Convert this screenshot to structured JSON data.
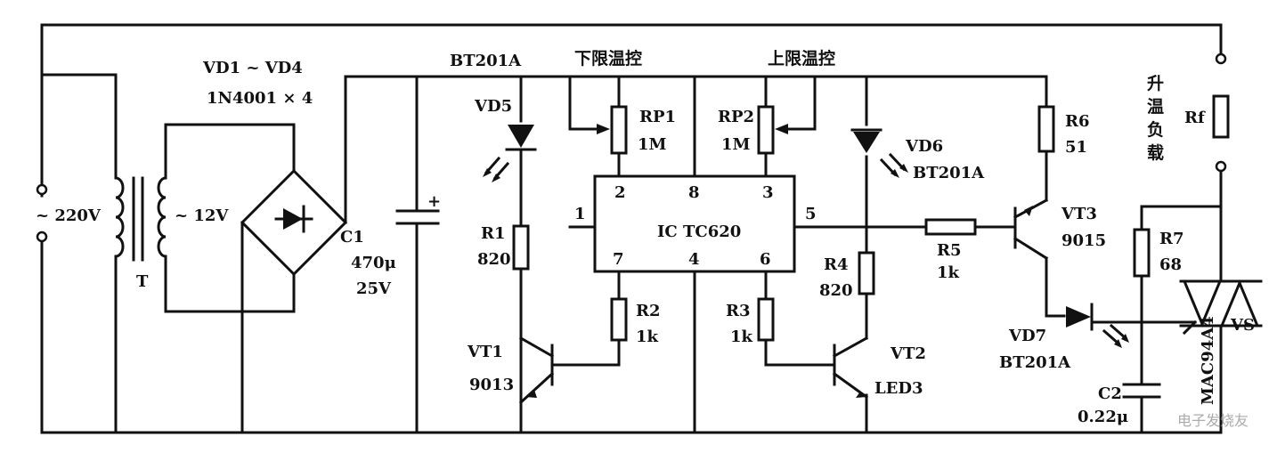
{
  "labels": {
    "ac_in": "~ 220V",
    "transformer": "T",
    "secondary": "~ 12V",
    "bridge_ref": "VD1 ~ VD4",
    "bridge_part": "1N4001 × 4",
    "c1_ref": "C1",
    "c1_val": "470μ",
    "c1_volt": "25V",
    "c1_plus": "+",
    "led_top": "BT201A",
    "vd5": "VD5",
    "r1_ref": "R1",
    "r1_val": "820",
    "lower_ctrl": "下限温控",
    "upper_ctrl": "上限温控",
    "rp1_ref": "RP1",
    "rp1_val": "1M",
    "rp2_ref": "RP2",
    "rp2_val": "1M",
    "ic": "IC TC620",
    "pin1": "1",
    "pin2": "2",
    "pin3": "3",
    "pin4": "4",
    "pin5": "5",
    "pin6": "6",
    "pin7": "7",
    "pin8": "8",
    "r2_ref": "R2",
    "r2_val": "1k",
    "vt1_ref": "VT1",
    "vt1_part": "9013",
    "vd6": "VD6",
    "vd6_part": "BT201A",
    "r3_ref": "R3",
    "r3_val": "1k",
    "r4_ref": "R4",
    "r4_val": "820",
    "vt2_ref": "VT2",
    "vt2_part": "LED3",
    "r5_ref": "R5",
    "r5_val": "1k",
    "r6_ref": "R6",
    "r6_val": "51",
    "vt3_ref": "VT3",
    "vt3_part": "9015",
    "load_label": [
      "升",
      "温",
      "负",
      "载"
    ],
    "rf": "Rf",
    "r7_ref": "R7",
    "r7_val": "68",
    "vd7": "VD7",
    "vd7_part": "BT201A",
    "c2_ref": "C2",
    "c2_val": "0.22μ",
    "triac_part": "MAC94A4",
    "vs": "VS",
    "watermark": "电子发烧友"
  }
}
